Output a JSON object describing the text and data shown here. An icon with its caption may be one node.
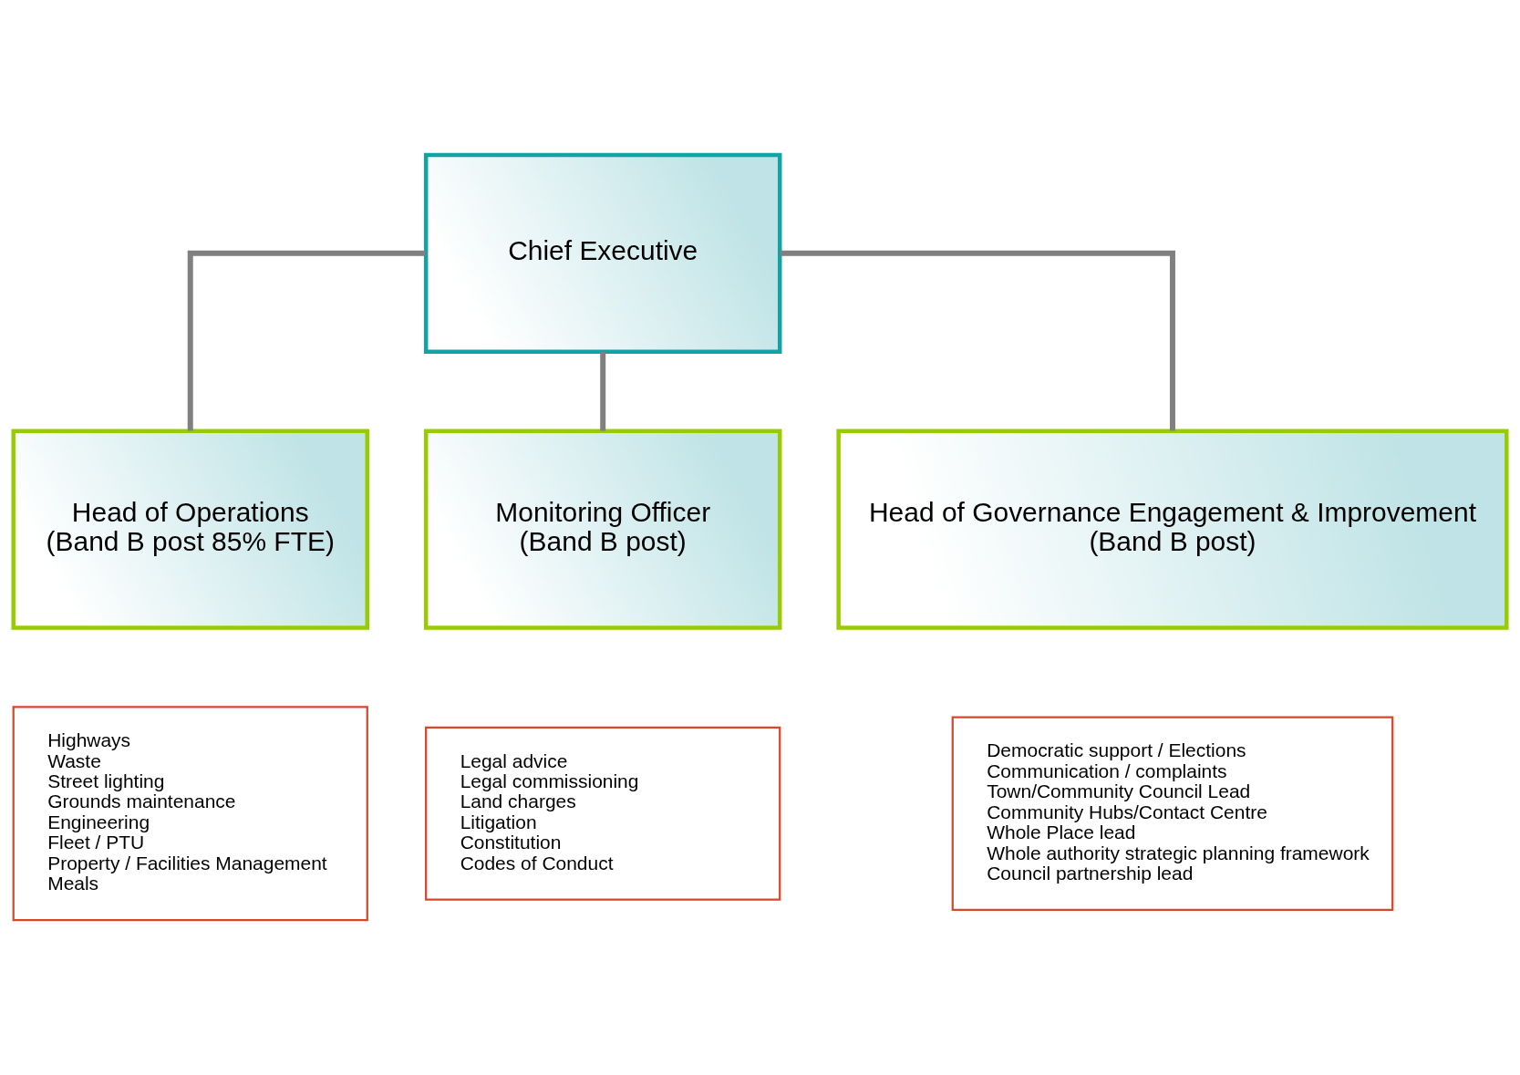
{
  "diagram": {
    "nodes": [
      {
        "text": [
          "Chief Executive"
        ]
      },
      {
        "text": [
          "Head of Operations",
          "(Band B post 85% FTE)"
        ]
      },
      {
        "text": [
          "Monitoring Officer",
          "(Band B post)"
        ]
      },
      {
        "text": [
          "Head of Governance Engagement & Improvement",
          "(Band B post)"
        ]
      },
      {
        "text": [
          "Highways",
          "Waste",
          "Street lighting",
          "Grounds maintenance",
          "Engineering",
          "Fleet / PTU",
          "Property / Facilities Management",
          "Meals"
        ]
      },
      {
        "text": [
          "Legal advice",
          "Legal commissioning",
          "Land charges",
          "Litigation",
          "Constitution",
          "Codes of Conduct"
        ]
      },
      {
        "text": [
          "Democratic support / Elections",
          "Communication / complaints",
          "Town/Community Council Lead",
          "Community Hubs/Contact Centre",
          "Whole Place lead",
          "Whole authority strategic planning framework",
          "Council partnership lead"
        ]
      }
    ],
    "edges": [
      {
        "from": 0,
        "to": 1,
        "arrow": "none"
      },
      {
        "from": 0,
        "to": 2,
        "arrow": "none"
      },
      {
        "from": 0,
        "to": 3,
        "arrow": "none"
      }
    ]
  }
}
